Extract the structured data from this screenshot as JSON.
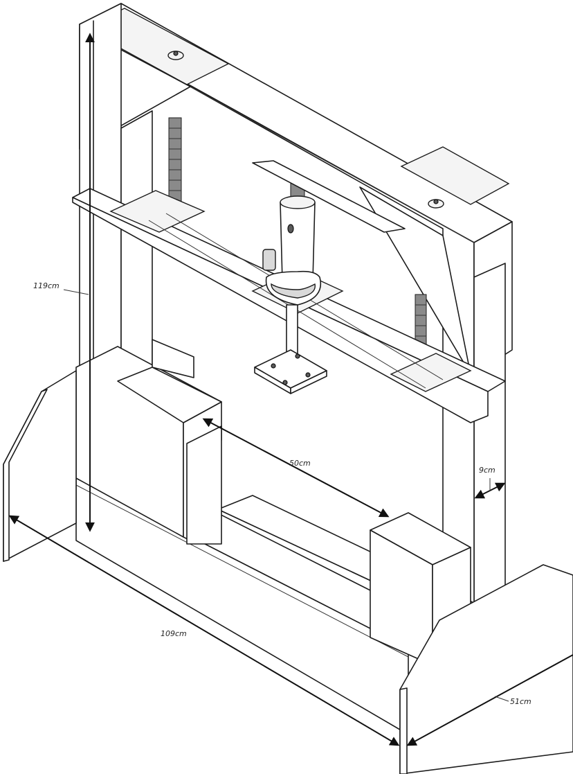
{
  "dimensions": {
    "height_label": "119cm",
    "width_label": "109cm",
    "inner_width_label": "50cm",
    "depth_label": "51cm",
    "thickness_label": "9cm"
  },
  "colors": {
    "ink": "#1c1c1c",
    "paper": "#ffffff",
    "shade": "#d9d9d9"
  }
}
